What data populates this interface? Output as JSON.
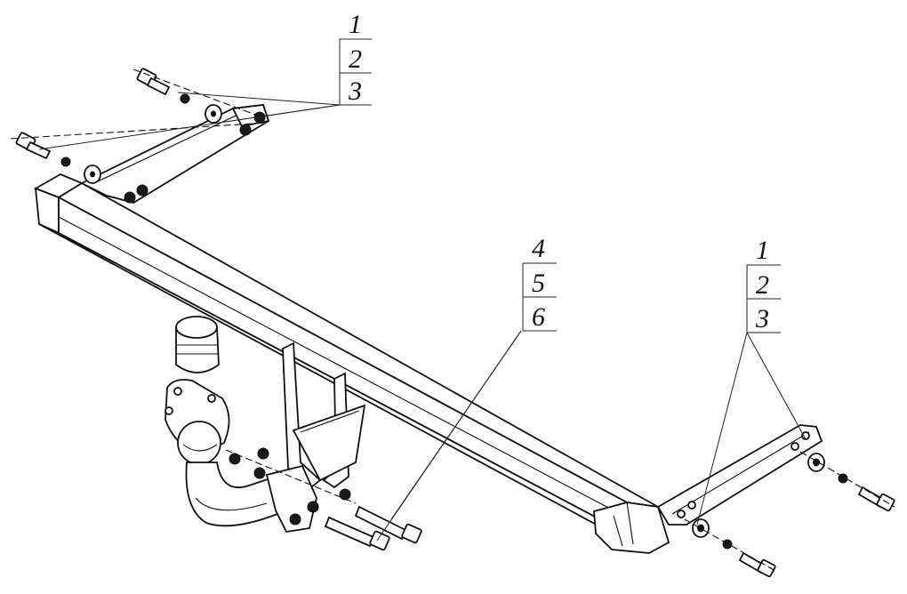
{
  "callouts": [
    {
      "id": "top-left",
      "labels": [
        "1",
        "2",
        "3"
      ]
    },
    {
      "id": "center",
      "labels": [
        "4",
        "5",
        "6"
      ]
    },
    {
      "id": "right",
      "labels": [
        "1",
        "2",
        "3"
      ]
    }
  ],
  "colors": {
    "line": "#111111",
    "background": "#ffffff"
  }
}
